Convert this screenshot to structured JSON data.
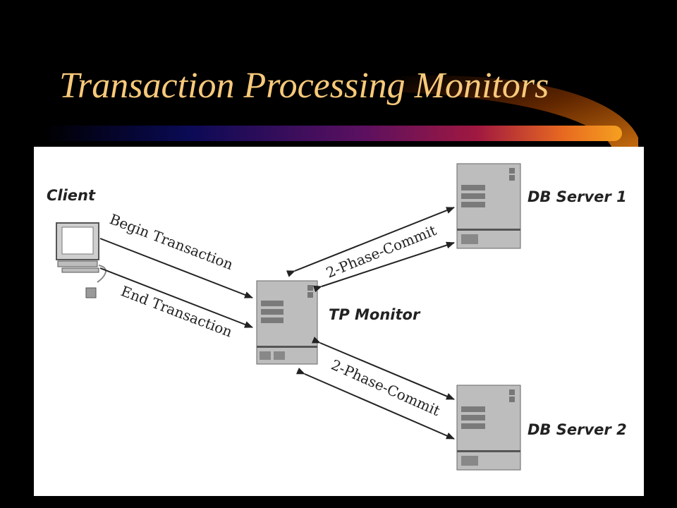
{
  "slide": {
    "title": "Transaction Processing Monitors"
  },
  "colors": {
    "background": "#000000",
    "title": "#F7C97A",
    "accent_bar_start": "#0A0A55",
    "accent_bar_mid": "#7A1050",
    "accent_bar_end": "#F5A020",
    "panel": "#FFFFFF",
    "server": "#BDBDBD"
  },
  "diagram": {
    "nodes": {
      "client": "Client",
      "tp_monitor": "TP Monitor",
      "db_server_1": "DB Server 1",
      "db_server_2": "DB Server 2"
    },
    "edges": {
      "begin": "Begin Transaction",
      "end": "End Transaction",
      "commit_1": "2-Phase-Commit",
      "commit_2": "2-Phase-Commit"
    }
  }
}
